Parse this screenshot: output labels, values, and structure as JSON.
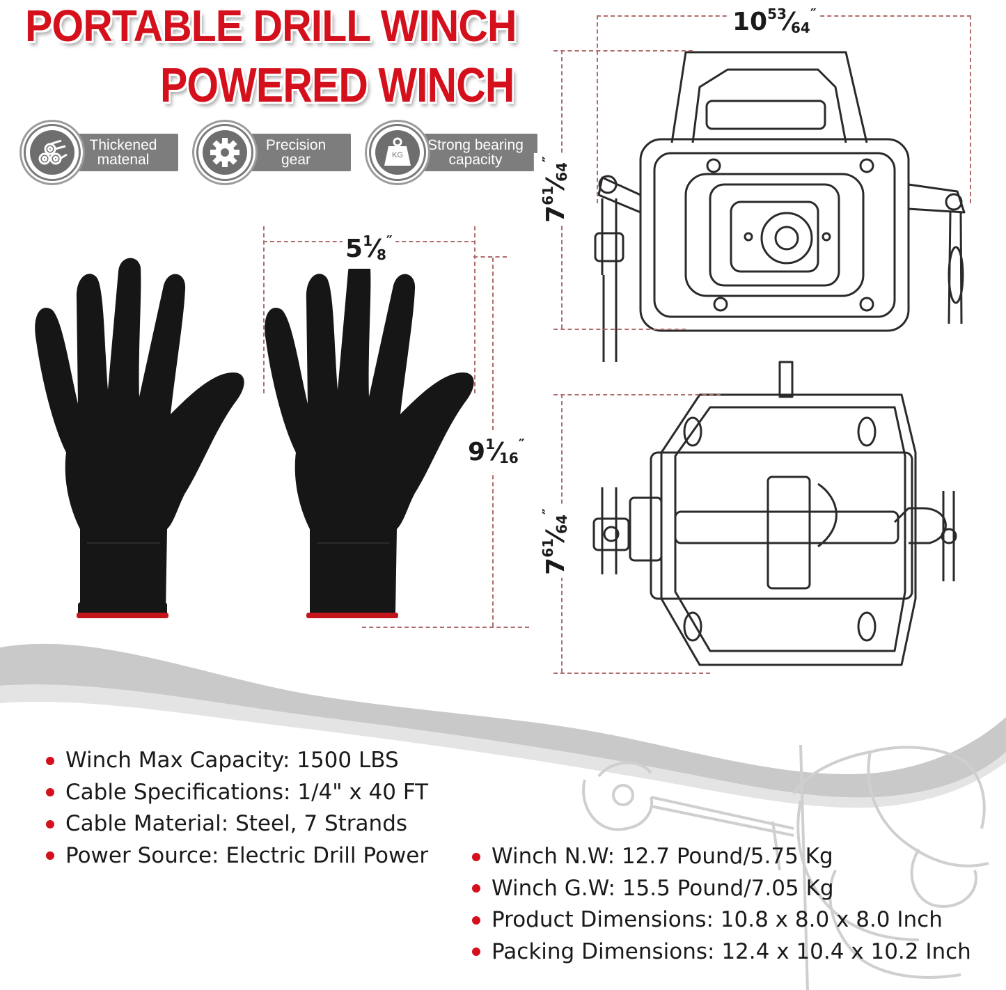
{
  "title": {
    "line1": "PORTABLE DRILL WINCH",
    "line2": "POWERED WINCH"
  },
  "badges": [
    {
      "icon": "stacked-pipes-icon",
      "line1": "Thickened",
      "line2": "matenal"
    },
    {
      "icon": "gear-icon",
      "line1": "Precision",
      "line2": "gear"
    },
    {
      "icon": "kg-weight-icon",
      "icon_text": "KG",
      "line1": "Strong bearing",
      "line2": "capacity"
    }
  ],
  "dimensions": {
    "glove_width": {
      "whole": "5",
      "num": "1",
      "den": "8",
      "unit": "″"
    },
    "glove_height": {
      "whole": "9",
      "num": "1",
      "den": "16",
      "unit": "″"
    },
    "winch_width": {
      "whole": "10",
      "num": "53",
      "den": "64",
      "unit": "″"
    },
    "winch_front_height": {
      "whole": "7",
      "num": "61",
      "den": "64",
      "unit": "″"
    },
    "winch_top_height": {
      "whole": "7",
      "num": "61",
      "den": "64",
      "unit": "″"
    }
  },
  "specs_left": [
    "Winch Max Capacity: 1500 LBS",
    "Cable Specifications: 1/4\" x 40 FT",
    "Cable Material: Steel, 7 Strands",
    "Power Source: Electric Drill Power"
  ],
  "specs_right": [
    "Winch N.W: 12.7 Pound/5.75 Kg",
    "Winch G.W: 15.5 Pound/7.05 Kg",
    "Product Dimensions: 10.8 x 8.0 x 8.0 Inch",
    "Packing Dimensions: 12.4 x 10.4 x 10.2 Inch"
  ],
  "colors": {
    "accent_red": "#d4101c",
    "badge_gray": "#7d7d7d",
    "wave_gray": "#c9c9c9",
    "glove_black": "#161616",
    "glove_cuff_red": "#c4141c"
  }
}
